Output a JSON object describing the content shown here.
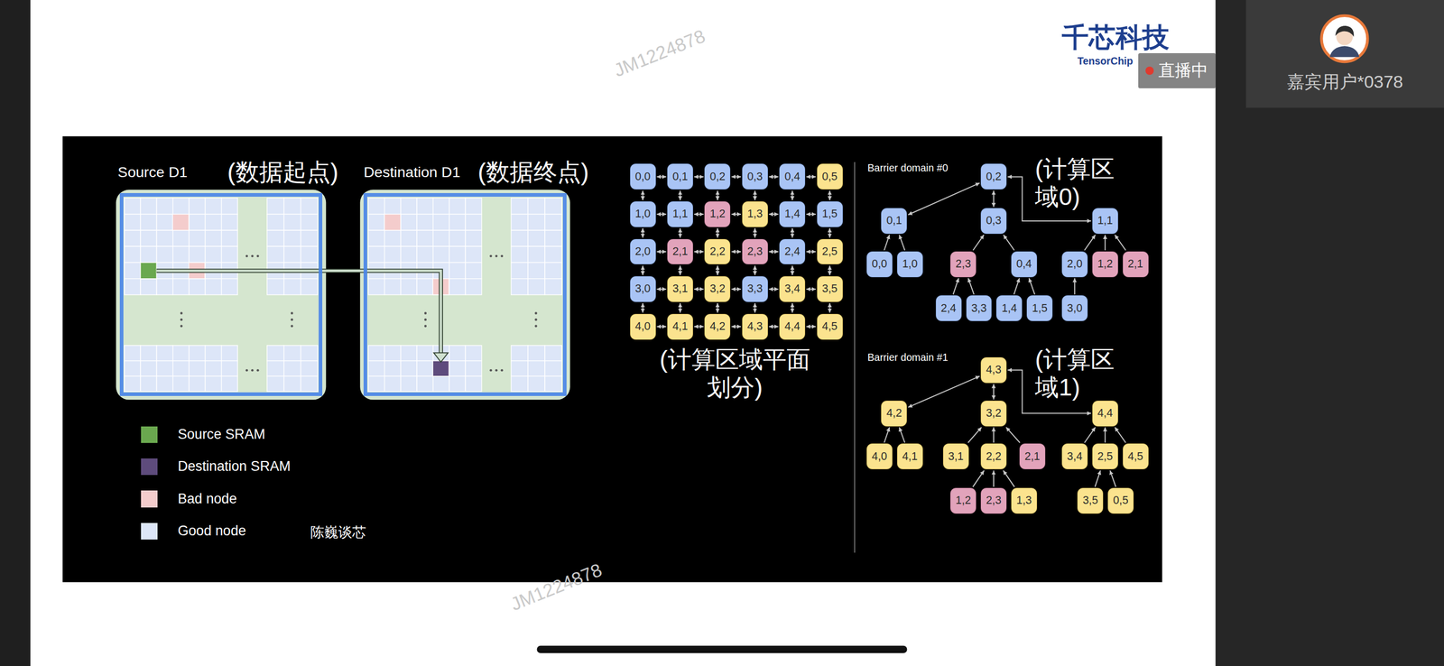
{
  "diagram": {
    "nodes": [
      {
        "text": [
          "直播中"
        ]
      },
      {
        "text": [
          "嘉宾用户*0378"
        ]
      },
      {
        "text": [
          "Source D1",
          "(数据起点)"
        ]
      },
      {
        "text": [
          "Destination D1",
          "(数据终点)"
        ]
      },
      {
        "text": [
          "0,0"
        ]
      },
      {
        "text": [
          "0,1"
        ]
      },
      {
        "text": [
          "0,2"
        ]
      },
      {
        "text": [
          "0,3"
        ]
      },
      {
        "text": [
          "0,4"
        ]
      },
      {
        "text": [
          "0,5"
        ]
      },
      {
        "text": [
          "1,0"
        ]
      },
      {
        "text": [
          "1,1"
        ]
      },
      {
        "text": [
          "1,2"
        ]
      },
      {
        "text": [
          "1,3"
        ]
      },
      {
        "text": [
          "1,4"
        ]
      },
      {
        "text": [
          "1,5"
        ]
      },
      {
        "text": [
          "2,0"
        ]
      },
      {
        "text": [
          "2,1"
        ]
      },
      {
        "text": [
          "2,2"
        ]
      },
      {
        "text": [
          "2,3"
        ]
      },
      {
        "text": [
          "2,4"
        ]
      },
      {
        "text": [
          "2,5"
        ]
      },
      {
        "text": [
          "3,0"
        ]
      },
      {
        "text": [
          "3,1"
        ]
      },
      {
        "text": [
          "3,2"
        ]
      },
      {
        "text": [
          "3,3"
        ]
      },
      {
        "text": [
          "3,4"
        ]
      },
      {
        "text": [
          "3,5"
        ]
      },
      {
        "text": [
          "4,0"
        ]
      },
      {
        "text": [
          "4,1"
        ]
      },
      {
        "text": [
          "4,2"
        ]
      },
      {
        "text": [
          "4,3"
        ]
      },
      {
        "text": [
          "4,4"
        ]
      },
      {
        "text": [
          "4,5"
        ]
      },
      {
        "text": [
          "0,2"
        ]
      },
      {
        "text": [
          "0,1"
        ]
      },
      {
        "text": [
          "0,3"
        ]
      },
      {
        "text": [
          "1,1"
        ]
      },
      {
        "text": [
          "0,0"
        ]
      },
      {
        "text": [
          "1,0"
        ]
      },
      {
        "text": [
          "2,3"
        ]
      },
      {
        "text": [
          "0,4"
        ]
      },
      {
        "text": [
          "2,0"
        ]
      },
      {
        "text": [
          "1,2"
        ]
      },
      {
        "text": [
          "2,1"
        ]
      },
      {
        "text": [
          "2,4"
        ]
      },
      {
        "text": [
          "3,3"
        ]
      },
      {
        "text": [
          "1,4"
        ]
      },
      {
        "text": [
          "1,5"
        ]
      },
      {
        "text": [
          "3,0"
        ]
      },
      {
        "text": [
          "4,3"
        ]
      },
      {
        "text": [
          "4,2"
        ]
      },
      {
        "text": [
          "3,2"
        ]
      },
      {
        "text": [
          "4,4"
        ]
      },
      {
        "text": [
          "4,0"
        ]
      },
      {
        "text": [
          "4,1"
        ]
      },
      {
        "text": [
          "3,1"
        ]
      },
      {
        "text": [
          "2,2"
        ]
      },
      {
        "text": [
          "2,1"
        ]
      },
      {
        "text": [
          "3,4"
        ]
      },
      {
        "text": [
          "2,5"
        ]
      },
      {
        "text": [
          "4,5"
        ]
      },
      {
        "text": [
          "1,2"
        ]
      },
      {
        "text": [
          "2,3"
        ]
      },
      {
        "text": [
          "1,3"
        ]
      },
      {
        "text": [
          "3,5"
        ]
      },
      {
        "text": [
          "0,5"
        ]
      }
    ],
    "edges": [
      {
        "from": 4,
        "to": 5,
        "arrow": "both"
      },
      {
        "from": 5,
        "to": 6,
        "arrow": "both"
      },
      {
        "from": 6,
        "to": 7,
        "arrow": "both"
      },
      {
        "from": 7,
        "to": 8,
        "arrow": "both"
      },
      {
        "from": 8,
        "to": 9,
        "arrow": "both"
      },
      {
        "from": 10,
        "to": 11,
        "arrow": "both"
      },
      {
        "from": 11,
        "to": 12,
        "arrow": "both"
      },
      {
        "from": 12,
        "to": 13,
        "arrow": "both"
      },
      {
        "from": 13,
        "to": 14,
        "arrow": "both"
      },
      {
        "from": 14,
        "to": 15,
        "arrow": "both"
      },
      {
        "from": 16,
        "to": 17,
        "arrow": "both"
      },
      {
        "from": 17,
        "to": 18,
        "arrow": "both"
      },
      {
        "from": 18,
        "to": 19,
        "arrow": "both"
      },
      {
        "from": 19,
        "to": 20,
        "arrow": "both"
      },
      {
        "from": 20,
        "to": 21,
        "arrow": "both"
      },
      {
        "from": 22,
        "to": 23,
        "arrow": "both"
      },
      {
        "from": 23,
        "to": 24,
        "arrow": "both"
      },
      {
        "from": 24,
        "to": 25,
        "arrow": "both"
      },
      {
        "from": 25,
        "to": 26,
        "arrow": "both"
      },
      {
        "from": 26,
        "to": 27,
        "arrow": "both"
      },
      {
        "from": 28,
        "to": 29,
        "arrow": "both"
      },
      {
        "from": 29,
        "to": 30,
        "arrow": "both"
      },
      {
        "from": 30,
        "to": 31,
        "arrow": "both"
      },
      {
        "from": 31,
        "to": 32,
        "arrow": "both"
      },
      {
        "from": 32,
        "to": 33,
        "arrow": "both"
      },
      {
        "from": 4,
        "to": 10,
        "arrow": "both"
      },
      {
        "from": 5,
        "to": 11,
        "arrow": "both"
      },
      {
        "from": 6,
        "to": 12,
        "arrow": "both"
      },
      {
        "from": 7,
        "to": 13,
        "arrow": "both"
      },
      {
        "from": 8,
        "to": 14,
        "arrow": "both"
      },
      {
        "from": 9,
        "to": 15,
        "arrow": "both"
      },
      {
        "from": 10,
        "to": 16,
        "arrow": "both"
      },
      {
        "from": 11,
        "to": 17,
        "arrow": "both"
      },
      {
        "from": 12,
        "to": 18,
        "arrow": "both"
      },
      {
        "from": 13,
        "to": 19,
        "arrow": "both"
      },
      {
        "from": 14,
        "to": 20,
        "arrow": "both"
      },
      {
        "from": 15,
        "to": 21,
        "arrow": "both"
      },
      {
        "from": 16,
        "to": 22,
        "arrow": "both"
      },
      {
        "from": 17,
        "to": 23,
        "arrow": "both"
      },
      {
        "from": 18,
        "to": 24,
        "arrow": "both"
      },
      {
        "from": 19,
        "to": 25,
        "arrow": "both"
      },
      {
        "from": 20,
        "to": 26,
        "arrow": "both"
      },
      {
        "from": 21,
        "to": 27,
        "arrow": "both"
      },
      {
        "from": 22,
        "to": 28,
        "arrow": "both"
      },
      {
        "from": 23,
        "to": 29,
        "arrow": "both"
      },
      {
        "from": 24,
        "to": 30,
        "arrow": "both"
      },
      {
        "from": 25,
        "to": 31,
        "arrow": "both"
      },
      {
        "from": 26,
        "to": 32,
        "arrow": "both"
      },
      {
        "from": 27,
        "to": 33,
        "arrow": "both"
      },
      {
        "from": 34,
        "to": 35,
        "arrow": "both"
      },
      {
        "from": 34,
        "to": 36,
        "arrow": "both"
      },
      {
        "from": 34,
        "to": 37,
        "arrow": "both"
      },
      {
        "from": 38,
        "to": 35,
        "arrow": "to"
      },
      {
        "from": 39,
        "to": 35,
        "arrow": "to"
      },
      {
        "from": 40,
        "to": 36,
        "arrow": "to"
      },
      {
        "from": 41,
        "to": 36,
        "arrow": "to"
      },
      {
        "from": 42,
        "to": 37,
        "arrow": "to"
      },
      {
        "from": 43,
        "to": 37,
        "arrow": "to"
      },
      {
        "from": 44,
        "to": 37,
        "arrow": "to"
      },
      {
        "from": 45,
        "to": 40,
        "arrow": "to"
      },
      {
        "from": 46,
        "to": 40,
        "arrow": "to"
      },
      {
        "from": 47,
        "to": 41,
        "arrow": "to"
      },
      {
        "from": 48,
        "to": 41,
        "arrow": "to"
      },
      {
        "from": 49,
        "to": 42,
        "arrow": "to"
      },
      {
        "from": 50,
        "to": 51,
        "arrow": "both"
      },
      {
        "from": 50,
        "to": 52,
        "arrow": "both"
      },
      {
        "from": 50,
        "to": 53,
        "arrow": "both"
      },
      {
        "from": 54,
        "to": 51,
        "arrow": "to"
      },
      {
        "from": 55,
        "to": 51,
        "arrow": "to"
      },
      {
        "from": 56,
        "to": 52,
        "arrow": "to"
      },
      {
        "from": 57,
        "to": 52,
        "arrow": "to"
      },
      {
        "from": 58,
        "to": 52,
        "arrow": "to"
      },
      {
        "from": 62,
        "to": 57,
        "arrow": "to"
      },
      {
        "from": 63,
        "to": 57,
        "arrow": "to"
      },
      {
        "from": 64,
        "to": 57,
        "arrow": "to"
      },
      {
        "from": 59,
        "to": 53,
        "arrow": "to"
      },
      {
        "from": 60,
        "to": 53,
        "arrow": "to"
      },
      {
        "from": 61,
        "to": 53,
        "arrow": "to"
      },
      {
        "from": 65,
        "to": 60,
        "arrow": "to"
      },
      {
        "from": 66,
        "to": 60,
        "arrow": "to"
      }
    ],
    "labels": [
      "千芯科技",
      "TensorChip",
      "JM1224878",
      "Barrier domain #0",
      "(计算区域0)",
      "(计算区域平面划分)",
      "Barrier domain #1",
      "(计算区域1)",
      "陈巍谈芯",
      "JM1224878"
    ],
    "legend": [
      {
        "text": "Source SRAM",
        "color": "#6aa84f"
      },
      {
        "text": "Destination SRAM",
        "color": "#5e4b7c"
      },
      {
        "text": "Bad node",
        "color": "#f4cccc"
      },
      {
        "text": "Good node",
        "color": "#dde6f8"
      }
    ]
  }
}
